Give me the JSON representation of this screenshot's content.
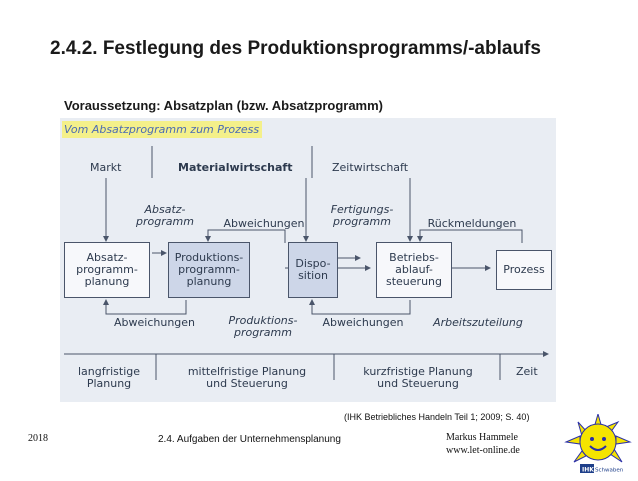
{
  "title": "2.4.2. Festlegung des Produktionsprogramms/-ablaufs",
  "subtitle": "Voraussetzung: Absatzplan (bzw. Absatzprogramm)",
  "figure": {
    "heading": "Vom Absatzprogramm zum Prozess",
    "top_labels": {
      "markt": "Markt",
      "materialwirtschaft": "Materialwirtschaft",
      "zeitwirtschaft": "Zeitwirtschaft"
    },
    "upper_labels": {
      "absatzprogramm": "Absatz-\nprogramm",
      "abweichungen": "Abweichungen",
      "fertigungsprogramm": "Fertigungs-\nprogramm",
      "rueckmeldungen": "Rückmeldungen"
    },
    "boxes": {
      "absatzplanung": "Absatz-\nprogramm-\nplanung",
      "produktionsplanung": "Produktions-\nprogramm-\nplanung",
      "disposition": "Dispo-\nsition",
      "betriebssteuerung": "Betriebs-\nablauf-\nsteuerung",
      "prozess": "Prozess"
    },
    "lower_labels": {
      "abweichungen_left": "Abweichungen",
      "produktionsprogramm": "Produktions-\nprogramm",
      "abweichungen_right": "Abweichungen",
      "arbeitszuteilung": "Arbeitszuteilung"
    },
    "timeline": {
      "langfristig": "langfristige\nPlanung",
      "mittelfristig": "mittelfristige Planung\nund Steuerung",
      "kurzfristig": "kurzfristige Planung\nund Steuerung",
      "zeit": "Zeit"
    }
  },
  "source": "(IHK Betriebliches Handeln Teil 1; 2009; S. 40)",
  "footer": {
    "year": "2018",
    "section": "2.4. Aufgaben der Unternehmensplanung",
    "author": "Markus Hammele",
    "website": "www.let-online.de"
  },
  "logo": {
    "text": "IHK",
    "subtext": "Schwaben",
    "sun_color": "#f5e400",
    "face_color": "#2a2fa8"
  }
}
